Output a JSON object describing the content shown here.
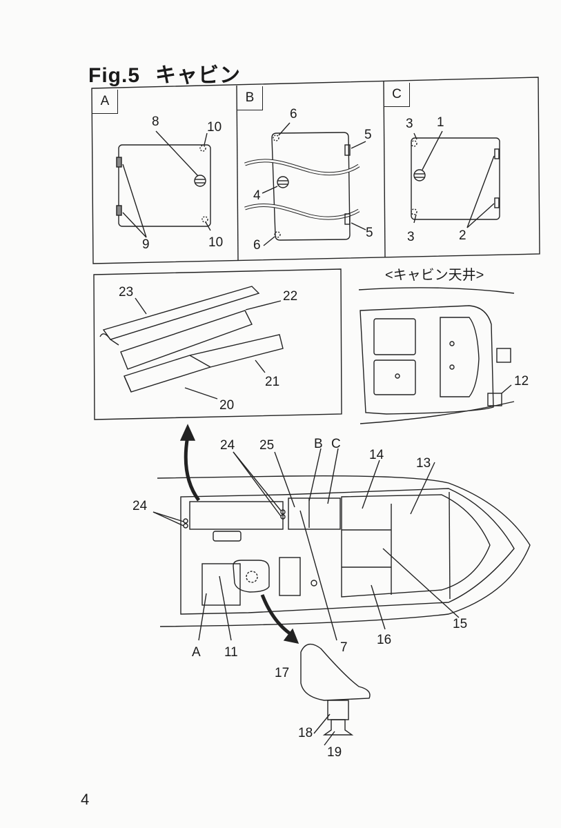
{
  "figure": {
    "number": "Fig.5",
    "title": "キャビン"
  },
  "panels": {
    "a_tag": "A",
    "b_tag": "B",
    "c_tag": "C"
  },
  "ceiling_caption": "<キャビン天井>",
  "callouts": {
    "p1": "1",
    "p2": "2",
    "p3a": "3",
    "p3b": "3",
    "p4": "4",
    "p5a": "5",
    "p5b": "5",
    "p6a": "6",
    "p6b": "6",
    "p7": "7",
    "p8": "8",
    "p9": "9",
    "p10a": "10",
    "p10b": "10",
    "p11": "11",
    "p12": "12",
    "p13": "13",
    "p14": "14",
    "p15": "15",
    "p16": "16",
    "p17": "17",
    "p18": "18",
    "p19": "19",
    "p20": "20",
    "p21": "21",
    "p22": "22",
    "p23": "23",
    "p24a": "24",
    "p24b": "24",
    "p25": "25",
    "pA": "A",
    "pB": "B",
    "pC": "C"
  },
  "page_number": "4"
}
